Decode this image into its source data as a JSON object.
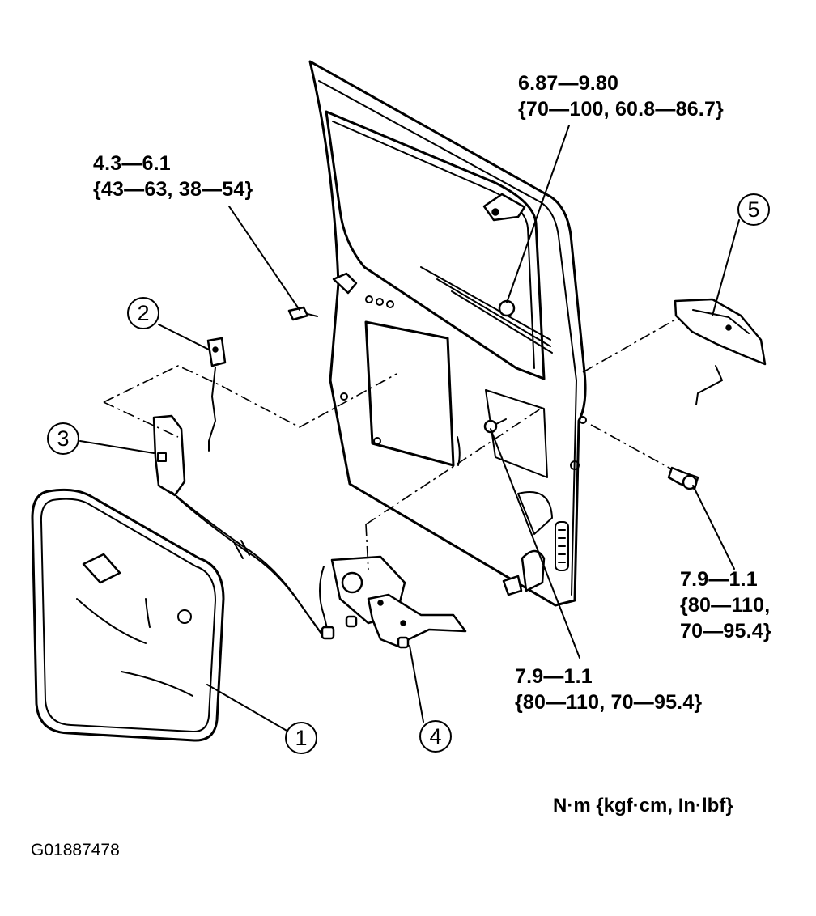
{
  "torque_specs": {
    "top_right": {
      "line1": "6.87—9.80",
      "line2": "{70—100, 60.8—86.7}"
    },
    "top_left": {
      "line1": "4.3—6.1",
      "line2": "{43—63, 38—54}"
    },
    "right": {
      "line1": "7.9—1.1",
      "line2": "{80—110,",
      "line3": "70—95.4}"
    },
    "bottom": {
      "line1": "7.9—1.1",
      "line2": "{80—110, 70—95.4}"
    }
  },
  "callouts": [
    "1",
    "2",
    "3",
    "4",
    "5"
  ],
  "units": "N·m {kgf·cm, In·lbf}",
  "figure_code": "G01887478"
}
